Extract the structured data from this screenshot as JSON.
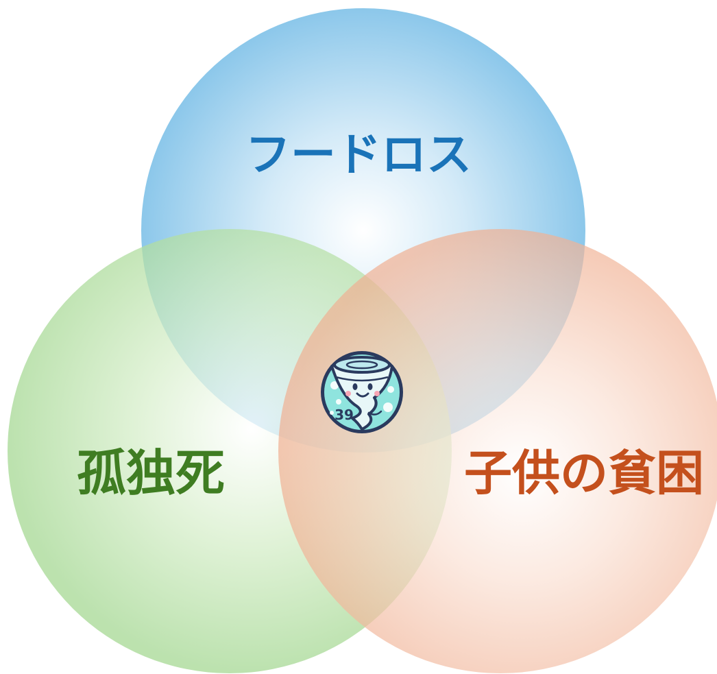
{
  "diagram": {
    "type": "venn",
    "sets": [
      {
        "id": "top",
        "label": "フードロス",
        "fill": "#8cc8ec",
        "label_color": "#1a73b8"
      },
      {
        "id": "left",
        "label": "孤独死",
        "fill": "#a9da95",
        "label_color": "#3f7d22"
      },
      {
        "id": "right",
        "label": "子供の貧困",
        "fill": "#f1b597",
        "label_color": "#c4501d"
      }
    ],
    "center": {
      "icon": "tornado-mascot-icon",
      "badge_text": "39"
    }
  }
}
